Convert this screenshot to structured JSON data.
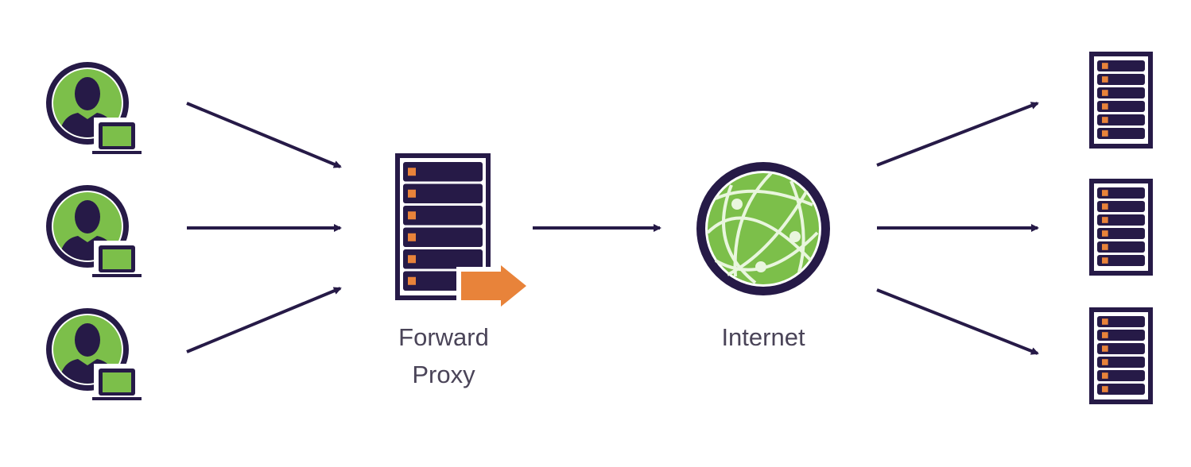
{
  "labels": {
    "proxy_line1": "Forward",
    "proxy_line2": "Proxy",
    "internet": "Internet"
  },
  "nodes": {
    "clients": [
      "client-1",
      "client-2",
      "client-3"
    ],
    "servers": [
      "server-1",
      "server-2",
      "server-3"
    ]
  },
  "icons": {
    "client": "user-with-laptop-icon",
    "proxy": "server-with-forward-arrow-icon",
    "internet": "globe-icon",
    "server": "server-rack-icon"
  },
  "colors": {
    "dark": "#261a47",
    "green": "#7cbf4a",
    "orange": "#e8833a",
    "text": "#4a4458"
  }
}
